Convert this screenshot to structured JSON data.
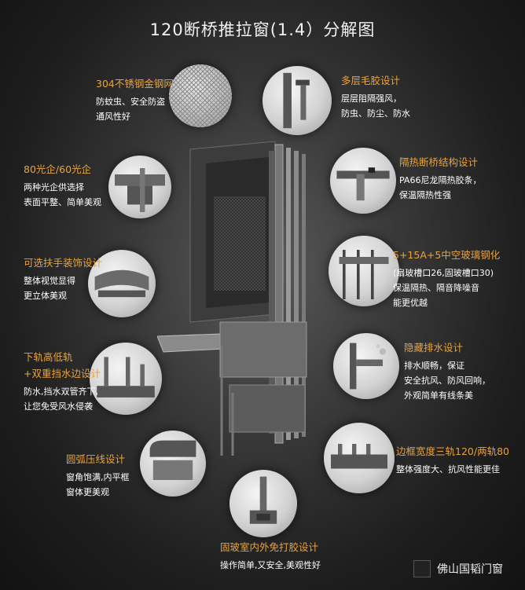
{
  "title": "120断桥推拉窗(1.4）分解图",
  "features": [
    {
      "title": "304不锈钢金钢网",
      "lines": [
        "防蚊虫、安全防盗",
        "通风性好"
      ]
    },
    {
      "title": "多层毛胶设计",
      "lines": [
        "层层阻隔强风，",
        "防虫、防尘、防水"
      ]
    },
    {
      "title": "80光企/60光企",
      "lines": [
        "两种光企供选择",
        "表面平整、简单美观"
      ]
    },
    {
      "title": "隔热断桥结构设计",
      "lines": [
        "PA66尼龙隔热胶条，",
        "保温隔热性强"
      ]
    },
    {
      "title": "可选扶手装饰设计",
      "lines": [
        "整体视觉显得",
        "更立体美观"
      ]
    },
    {
      "title": "5+15A+5中空玻璃钢化",
      "lines": [
        "(扇玻槽口26,固玻槽口30)",
        "保温隔热、隔音降噪音",
        "能更优越"
      ]
    },
    {
      "title": "下轨高低轨",
      "title2": "+双重挡水边设计",
      "lines": [
        "防水,挡水双管齐下,",
        "让您免受风水侵袭"
      ]
    },
    {
      "title": "隐藏排水设计",
      "lines": [
        "排水顺畅，保证",
        "安全抗风、防风回响，",
        "外观简单有线条美"
      ]
    },
    {
      "title": "圆弧压线设计",
      "lines": [
        "窗角饱满,内平框",
        "窗体更美观"
      ]
    },
    {
      "title": "边框宽度三轨120/两轨80",
      "lines": [
        "整体强度大、抗风性能更佳"
      ]
    },
    {
      "title": "固玻室内外免打胶设计",
      "lines": [
        "操作简单,又安全,美观性好"
      ]
    }
  ],
  "watermark": "佛山国韬门窗",
  "colors": {
    "accent": "#e8a33d",
    "text": "#ffffff"
  }
}
